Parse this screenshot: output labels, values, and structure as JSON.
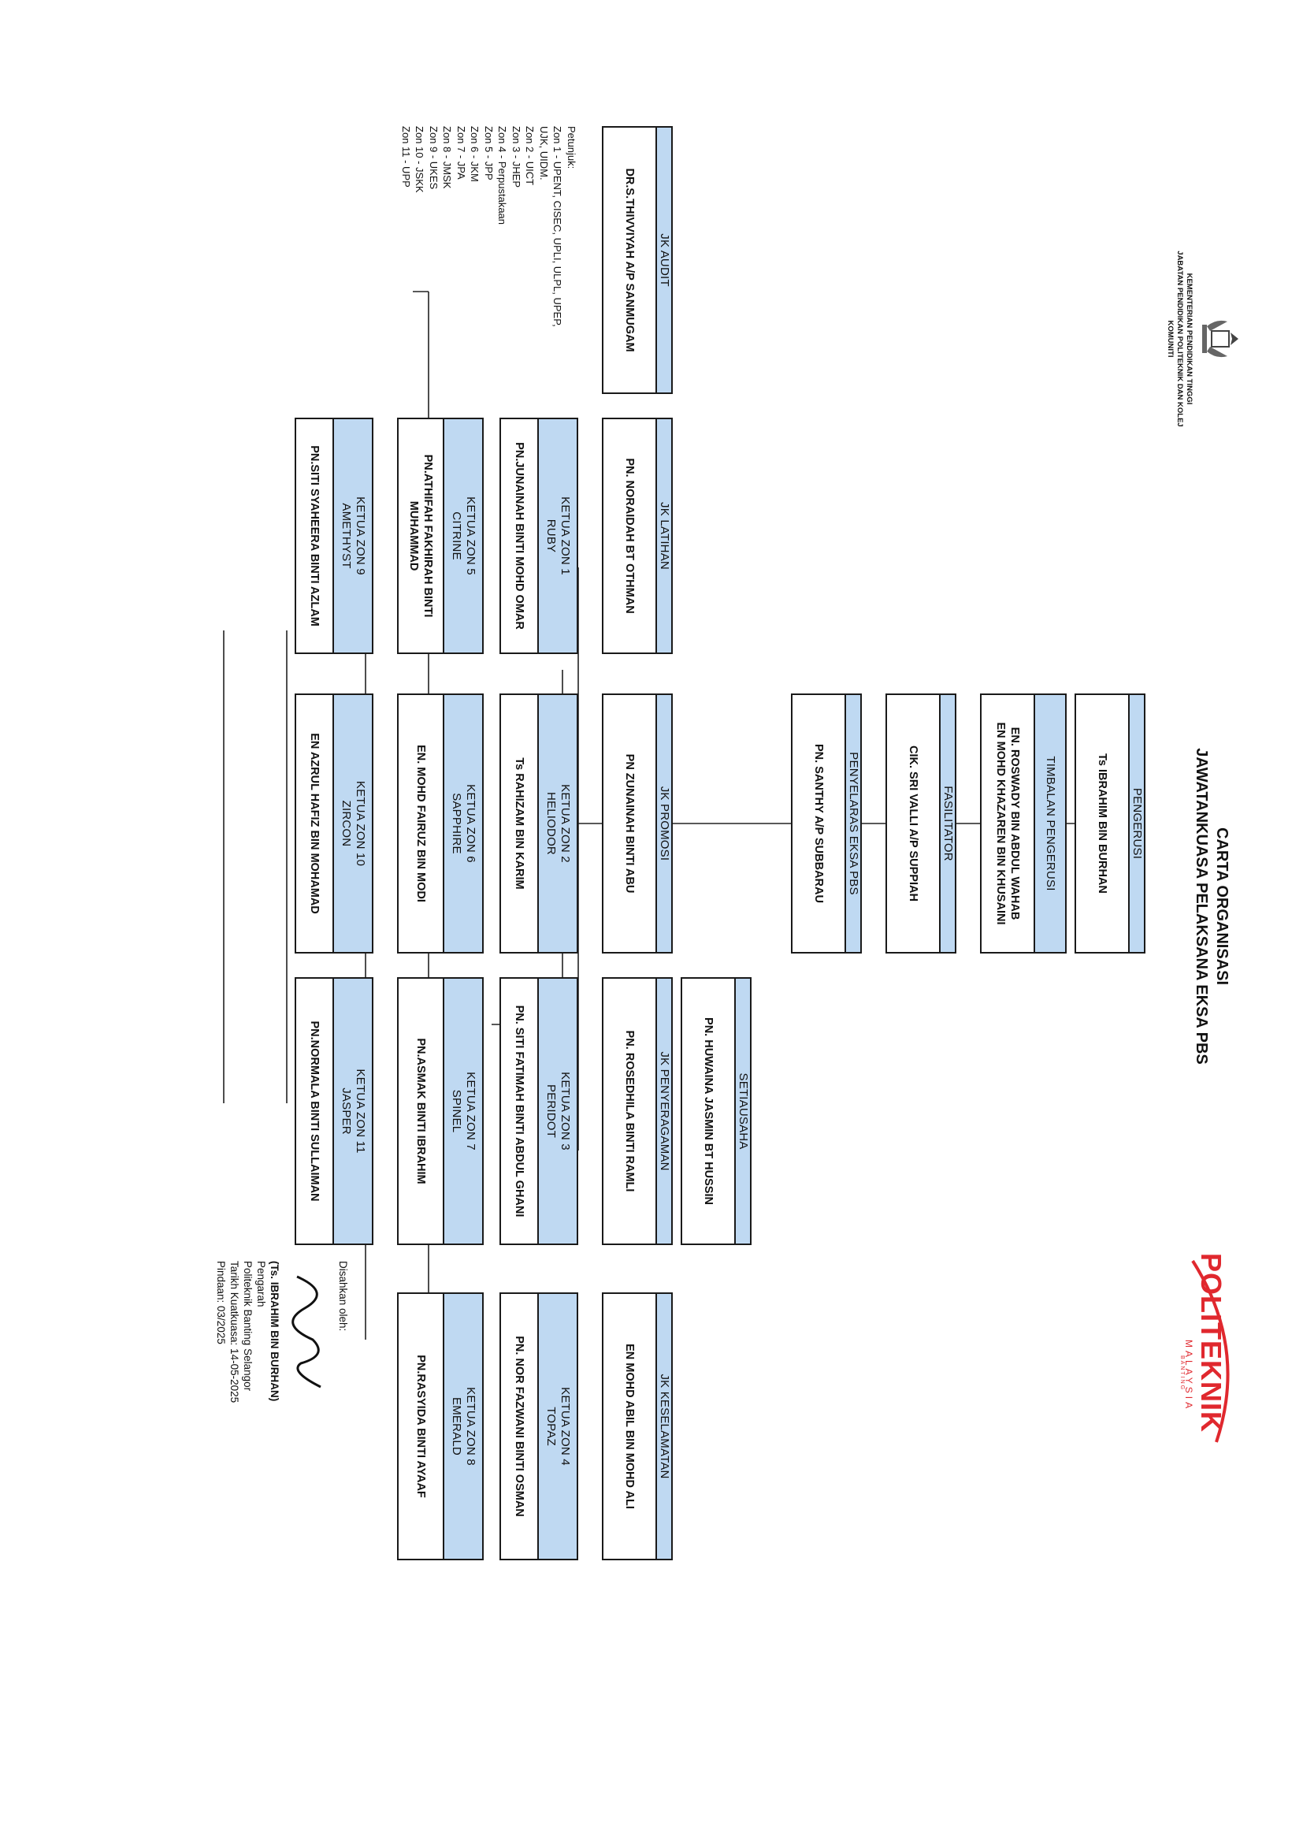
{
  "header": {
    "ministry": "KEMENTERIAN PENDIDIKAN TINGGI",
    "department": "JABATAN PENDIDIKAN POLITEKNIK DAN KOLEJ KOMUNITI",
    "title_1": "CARTA ORGANISASI",
    "title_2": "JAWATANKUASA PELAKSANA EKSA PBS"
  },
  "logo": {
    "main": "POLITEKNIK",
    "sub": "MALAYSIA",
    "campus": "BANTING",
    "accent_color": "#e0282e"
  },
  "nodes": {
    "pengerusi": {
      "title": "PENGERUSI",
      "name": "Ts IBRAHIM BIN BURHAN"
    },
    "timbalan": {
      "title": "TIMBALAN PENGERUSI",
      "name1": "EN. ROSWADY BIN ABDUL WAHAB",
      "name2": "EN MOHD KHAZAREN BIN KHUSAINI"
    },
    "fasilitator": {
      "title": "FASILITATOR",
      "name": "CIK. SRI VALLI A/P SUPPIAH"
    },
    "penyelaras": {
      "title": "PENYELARAS EKSA PBS",
      "name": "PN. SANTHY A/P SUBBARAU"
    },
    "setiausaha": {
      "title": "SETIAUSAHA",
      "name": "PN. HUWAINA JASMIN BT HUSSIN"
    },
    "audit": {
      "title": "JK AUDIT",
      "name": "DR.S.THIVVIYAH A/P SANMUGAM"
    },
    "latihan": {
      "title": "JK LATIHAN",
      "name": "PN. NORAIDAH BT OTHMAN"
    },
    "promosi": {
      "title": "JK PROMOSI",
      "name": "PN ZUNAINAH BINTI ABU"
    },
    "penyeragaman": {
      "title": "JK PENYERAGAMAN",
      "name": "PN. ROSEDHILA BINTI RAMLI"
    },
    "keselamatan": {
      "title": "JK KESELAMATAN",
      "name": "EN MOHD ABIL BIN MOHD ALI"
    },
    "zon1": {
      "title1": "KETUA ZON 1",
      "title2": "RUBY",
      "name": "PN.JUNAINAH BINTI MOHD OMAR"
    },
    "zon2": {
      "title1": "KETUA ZON 2",
      "title2": "HELIODOR",
      "name": "Ts RAHIZAM BIN KARIM"
    },
    "zon3": {
      "title1": "KETUA ZON 3",
      "title2": "PERIDOT",
      "name": "PN. SITI FATIMAH BINTI ABDUL GHANI"
    },
    "zon4": {
      "title1": "KETUA ZON 4",
      "title2": "TOPAZ",
      "name": "PN. NOR FAZWANI BINTI OSMAN"
    },
    "zon5": {
      "title1": "KETUA ZON 5",
      "title2": "CITRINE",
      "name1": "PN.ATHIFAH FAKHIRAH BINTI",
      "name2": "MUHAMMAD"
    },
    "zon6": {
      "title1": "KETUA ZON 6",
      "title2": "SAPPHIRE",
      "name": "EN. MOHD FAIRUZ BIN MODI"
    },
    "zon7": {
      "title1": "KETUA ZON 7",
      "title2": "SPINEL",
      "name": "PN.ASMAK BINTI IBRAHIM"
    },
    "zon8": {
      "title1": "KETUA ZON 8",
      "title2": "EMERALD",
      "name": "PN.RASYIDA BINTI AYAAF"
    },
    "zon9": {
      "title1": "KETUA ZON 9",
      "title2": "AMETHYST",
      "name": "PN.SITI SYAHEERA BINTI AZLAM"
    },
    "zon10": {
      "title1": "KETUA ZON 10",
      "title2": "ZIRCON",
      "name": "EN AZRUL HAFIZ BIN MOHAMAD"
    },
    "zon11": {
      "title1": "KETUA ZON 11",
      "title2": "JASPER",
      "name": "PN.NORMALA BINTI SULLAIMAN"
    }
  },
  "legend": {
    "heading": "Petunjuk:",
    "lines": [
      "Zon 1 - UPENT, CISEC, UPLI, ULPL, UPEP,",
      "UJK, UIDM.",
      "Zon 2 - UICT",
      "Zon 3 - JHEP",
      "Zon 4 - Perpustakaan",
      "Zon 5 - JPP",
      "Zon 6 - JKM",
      "Zon 7 - JPA",
      "Zon 8 - JMSK",
      "Zon 9 - UKES",
      "Zon 10 - JSKK",
      "Zon 11 - UPP"
    ]
  },
  "approval": {
    "label": "Disahkan oleh:",
    "name": "(Ts. IBRAHIM BIN BURHAN)",
    "position": "Pengarah",
    "org": "Politeknik Banting Selangor",
    "effective": "Tarikh Kuatkuasa:  14-05-2025",
    "revision": "Pindaan: 03/2025"
  }
}
